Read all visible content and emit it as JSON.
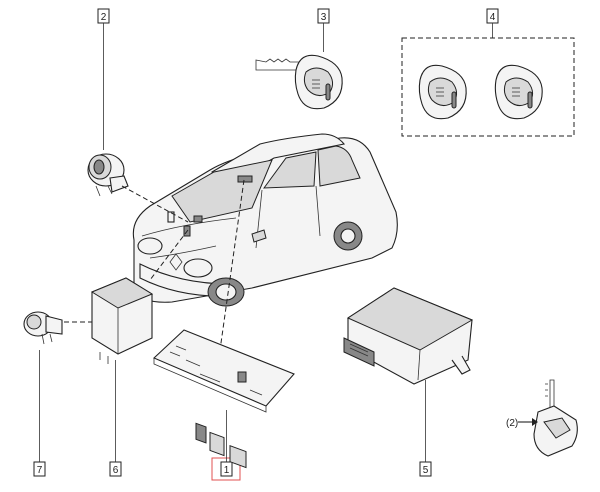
{
  "callouts": [
    {
      "label": "1",
      "highlight": true
    },
    {
      "label": "2",
      "highlight": false
    },
    {
      "label": "3",
      "highlight": false
    },
    {
      "label": "4",
      "highlight": false
    },
    {
      "label": "5",
      "highlight": false
    },
    {
      "label": "6",
      "highlight": false
    },
    {
      "label": "7",
      "highlight": false
    }
  ],
  "annotation": "(2)",
  "colors": {
    "line": "#222222",
    "highlight": "#e05050",
    "part_fill": "#f4f4f4",
    "shade": "#d9d9d9"
  }
}
